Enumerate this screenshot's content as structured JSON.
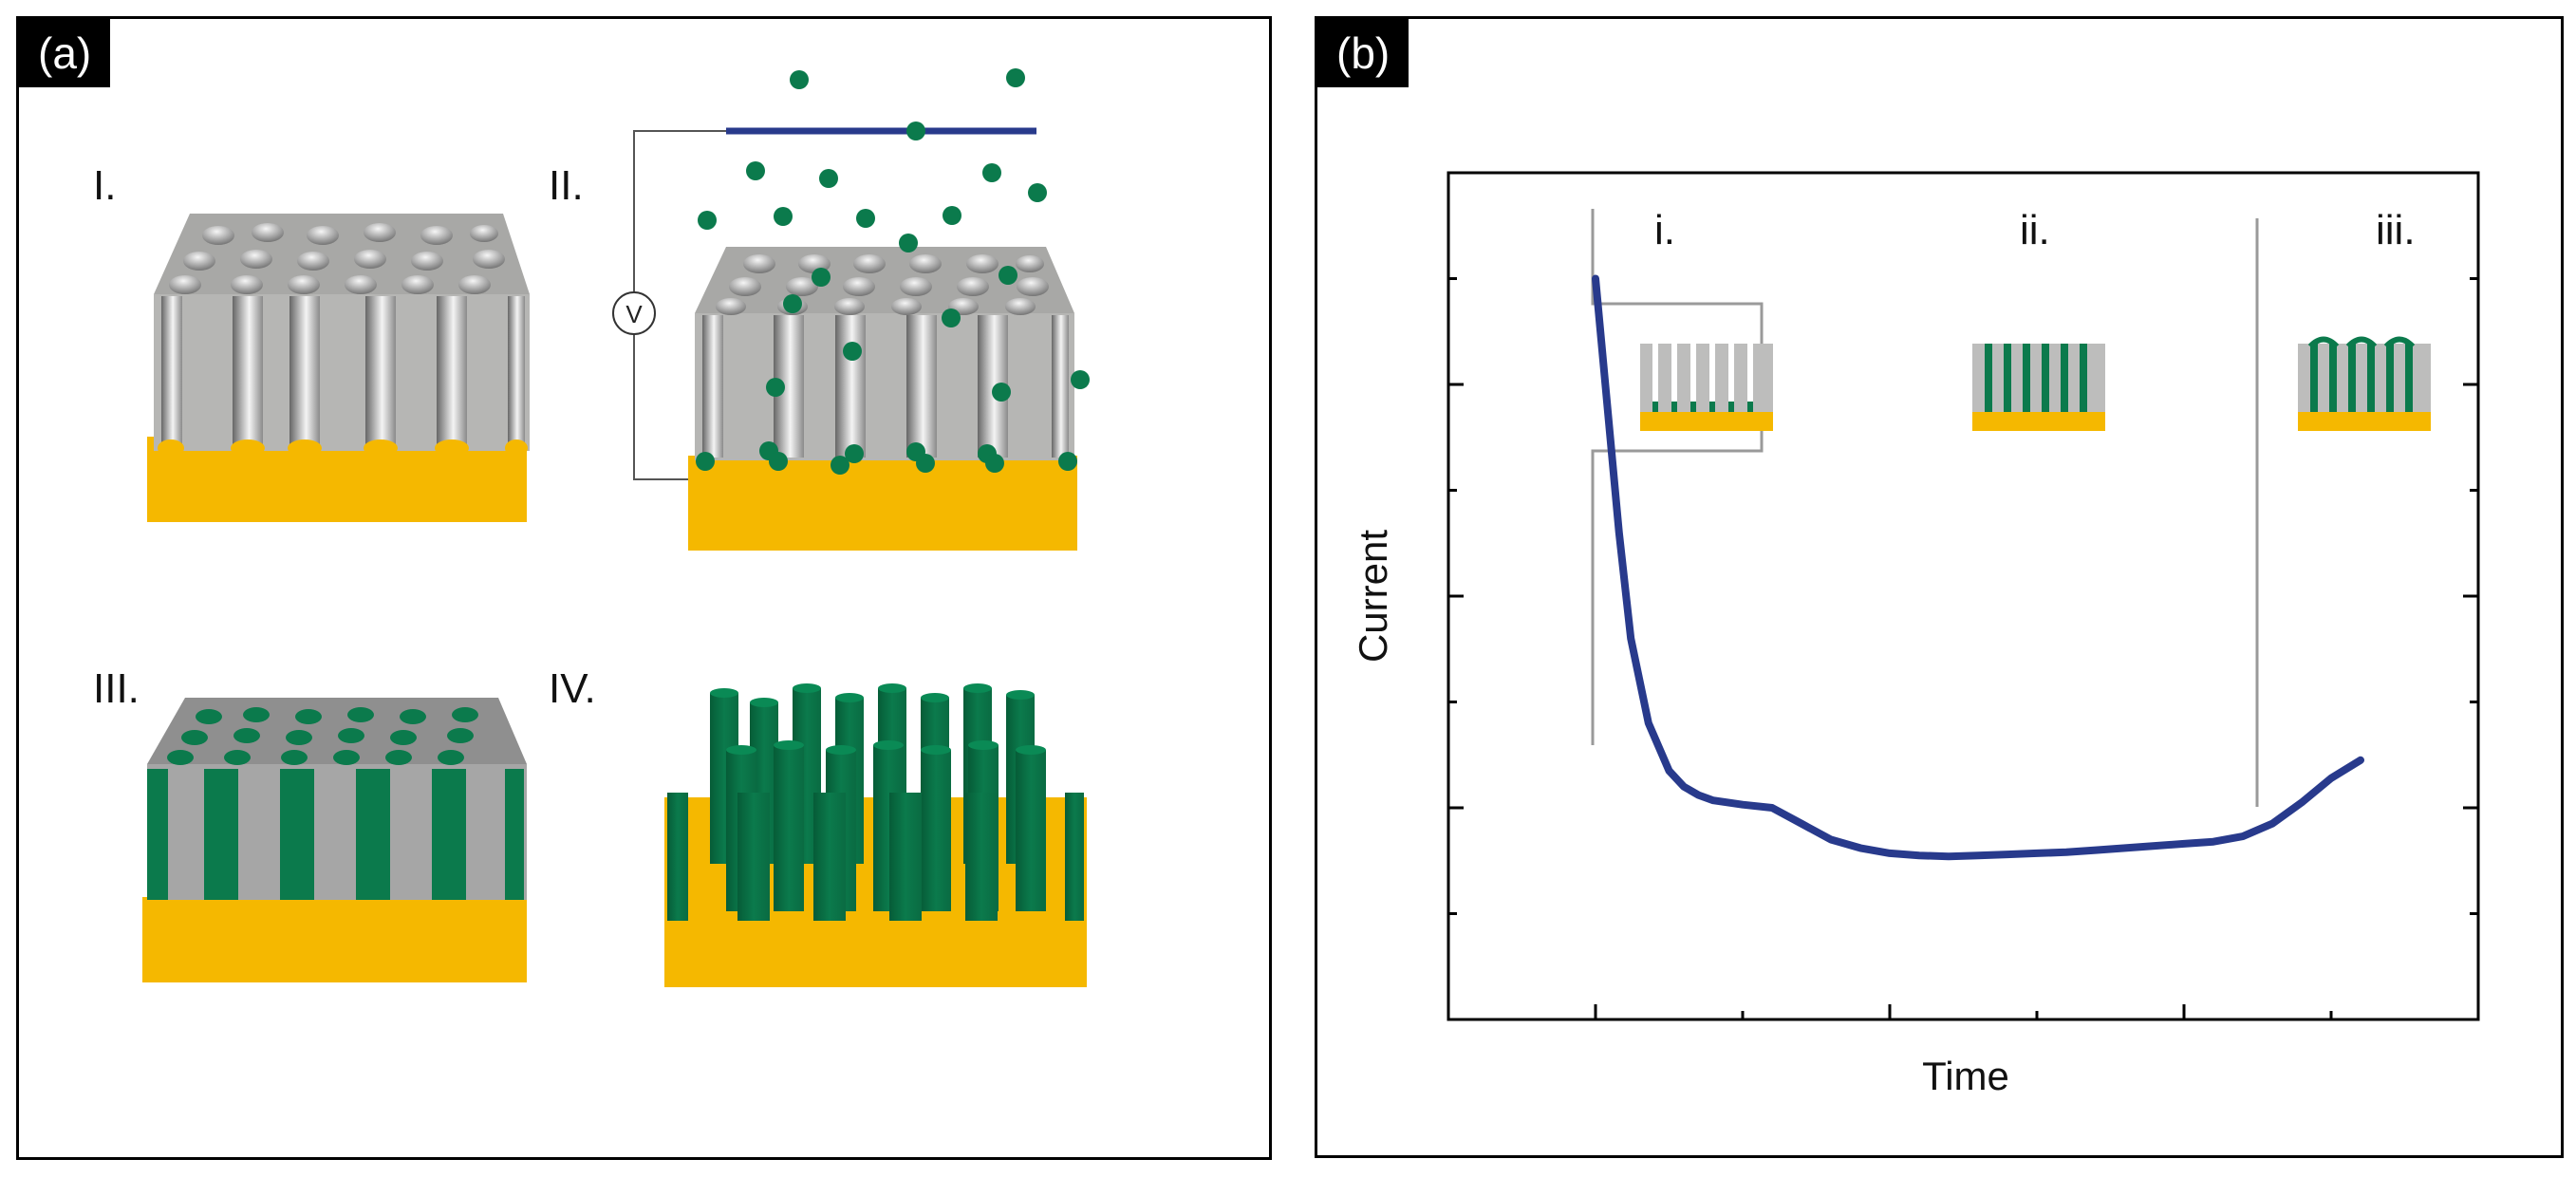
{
  "panel_a": {
    "tag": "(a)",
    "steps": [
      "I.",
      "II.",
      "III.",
      "IV."
    ],
    "voltage_symbol": "V"
  },
  "panel_b": {
    "tag": "(b)",
    "stages": [
      "i.",
      "ii.",
      "iii."
    ],
    "chart_data": {
      "type": "line",
      "xlabel": "Time",
      "ylabel": "Current",
      "series_color": "#283a8c",
      "x": [
        0.0,
        0.02,
        0.05,
        0.08,
        0.12,
        0.18,
        0.25,
        0.3,
        0.35,
        0.4,
        0.5,
        0.6,
        0.7,
        0.8,
        0.9,
        1.0,
        1.1,
        1.2,
        1.3,
        1.4,
        1.5,
        1.6,
        1.7,
        1.8,
        1.9,
        2.0,
        2.1,
        2.2,
        2.3,
        2.4,
        2.5,
        2.6
      ],
      "y": [
        7.0,
        6.4,
        5.5,
        4.6,
        3.6,
        2.8,
        2.35,
        2.2,
        2.12,
        2.07,
        2.03,
        2.0,
        1.85,
        1.7,
        1.62,
        1.57,
        1.55,
        1.54,
        1.55,
        1.56,
        1.57,
        1.58,
        1.6,
        1.62,
        1.64,
        1.66,
        1.68,
        1.73,
        1.85,
        2.05,
        2.28,
        2.45
      ],
      "xlim": [
        -0.5,
        3.0
      ],
      "ylim": [
        0,
        8
      ]
    },
    "colors": {
      "electrode": "#f5b800",
      "metal": "#0b7a4c",
      "template": "#bdbdbc",
      "divider": "#9a9a9a"
    }
  }
}
